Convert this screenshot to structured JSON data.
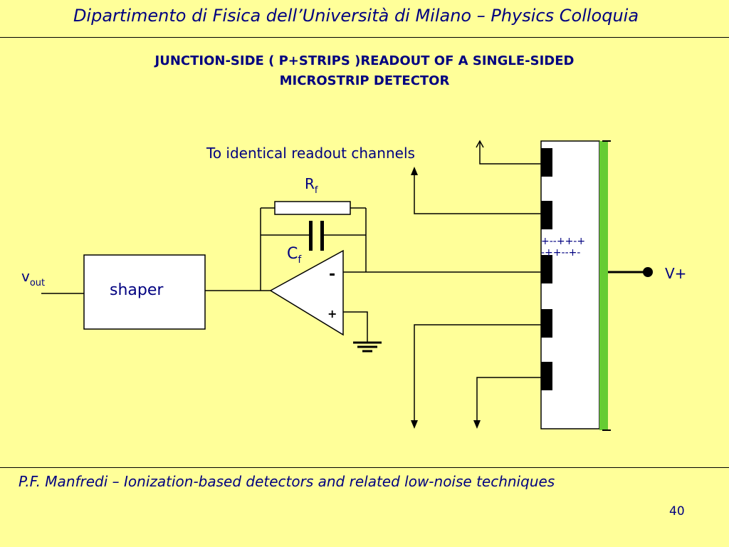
{
  "header": {
    "title": "Dipartimento di Fisica dell’Università di Milano – Physics Colloquia"
  },
  "slide": {
    "title_line1": "JUNCTION-SIDE ( P+STRIPS )READOUT OF A SINGLE-SIDED",
    "title_line2": "MICROSTRIP DETECTOR"
  },
  "diagram": {
    "readout_channels_label": "To identical readout channels",
    "rf_label": "R",
    "rf_subscript": "f",
    "cf_label": "C",
    "cf_subscript": "f",
    "opamp_minus": "-",
    "opamp_plus": "+",
    "shaper_label": "shaper",
    "vout_label": "v",
    "vout_subscript": "out",
    "bias_label": "V+",
    "charge_row1": "+--++-+",
    "charge_row2": "-++--+-",
    "colors": {
      "text": "#000080",
      "backplane": "#66cc33",
      "detector": "#ffffff",
      "lines": "#000000"
    }
  },
  "footer": {
    "text": "P.F. Manfredi – Ionization-based detectors and related low-noise techniques",
    "page_number": "40"
  }
}
